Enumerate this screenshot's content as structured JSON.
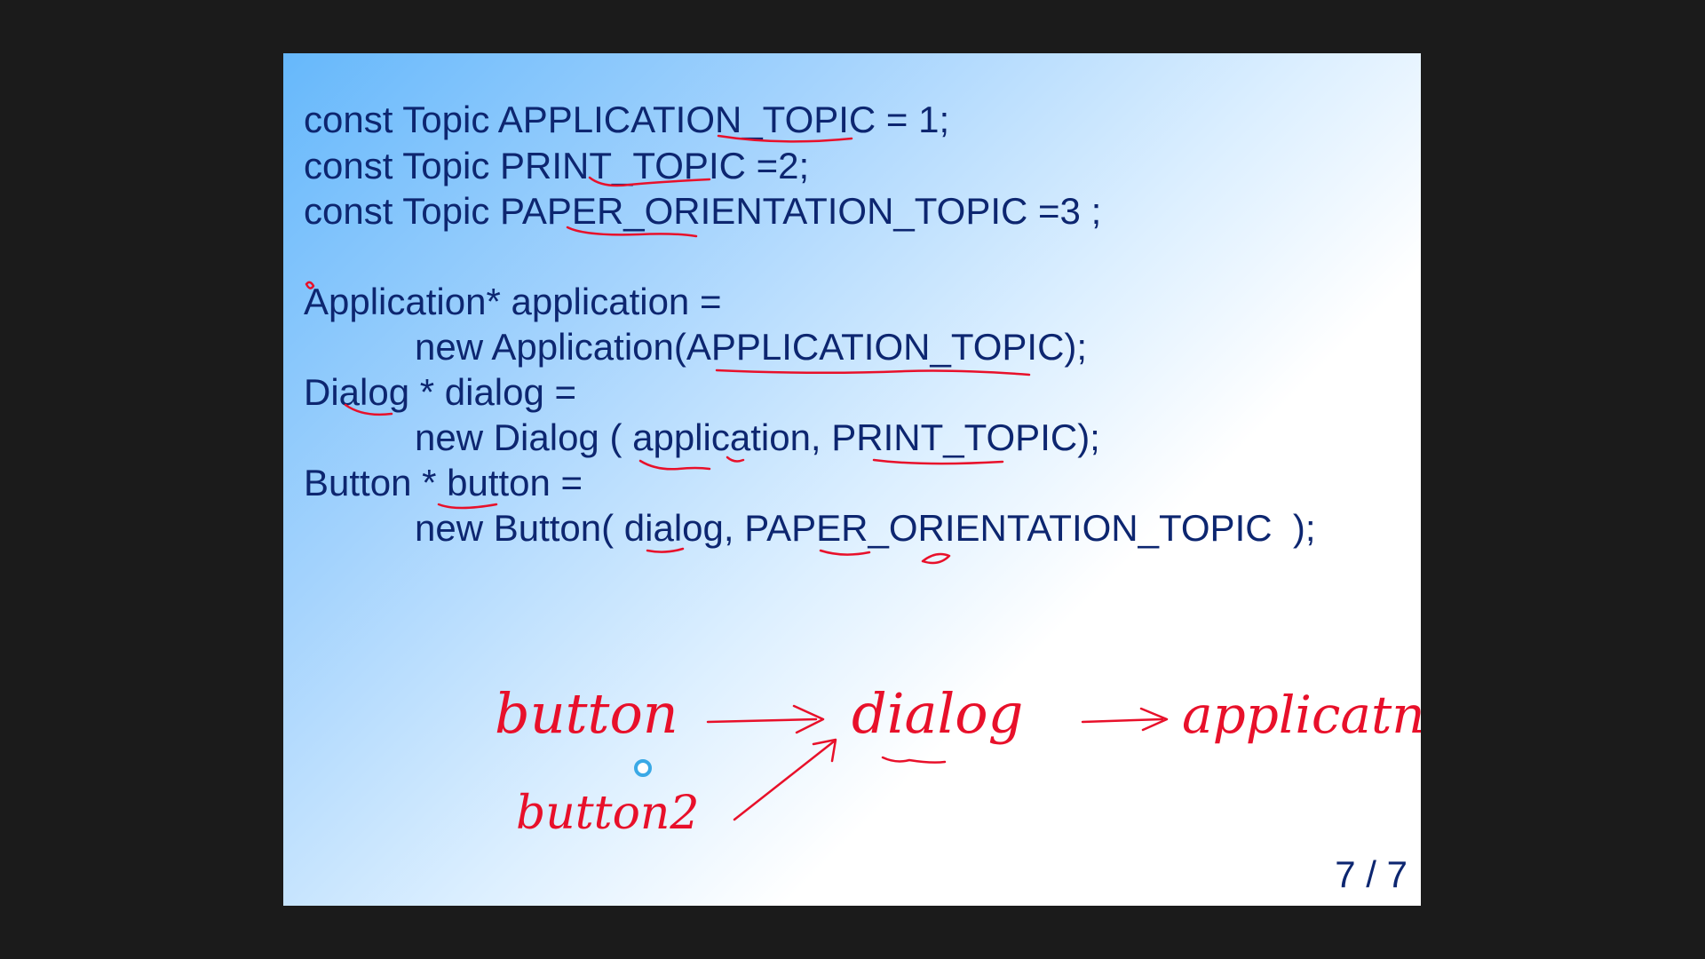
{
  "slide": {
    "code_lines": [
      "const Topic APPLICATION_TOPIC = 1;",
      "const Topic PRINT_TOPIC =2;",
      "const Topic PAPER_ORIENTATION_TOPIC =3 ;",
      "Application* application =",
      "new Application(APPLICATION_TOPIC);",
      "Dialog * dialog =",
      "new Dialog ( application, PRINT_TOPIC);",
      "Button * button =",
      "new Button( dialog, PAPER_ORIENTATION_TOPIC  );"
    ],
    "page_number": "7 / 7"
  },
  "annotations": {
    "handwriting": [
      "button",
      "dialog",
      "applicatn",
      "button2"
    ],
    "ink_color": "#e8102a",
    "text_color": "#0d2670"
  },
  "icons": {
    "pointer": "cursor-dot-icon"
  }
}
